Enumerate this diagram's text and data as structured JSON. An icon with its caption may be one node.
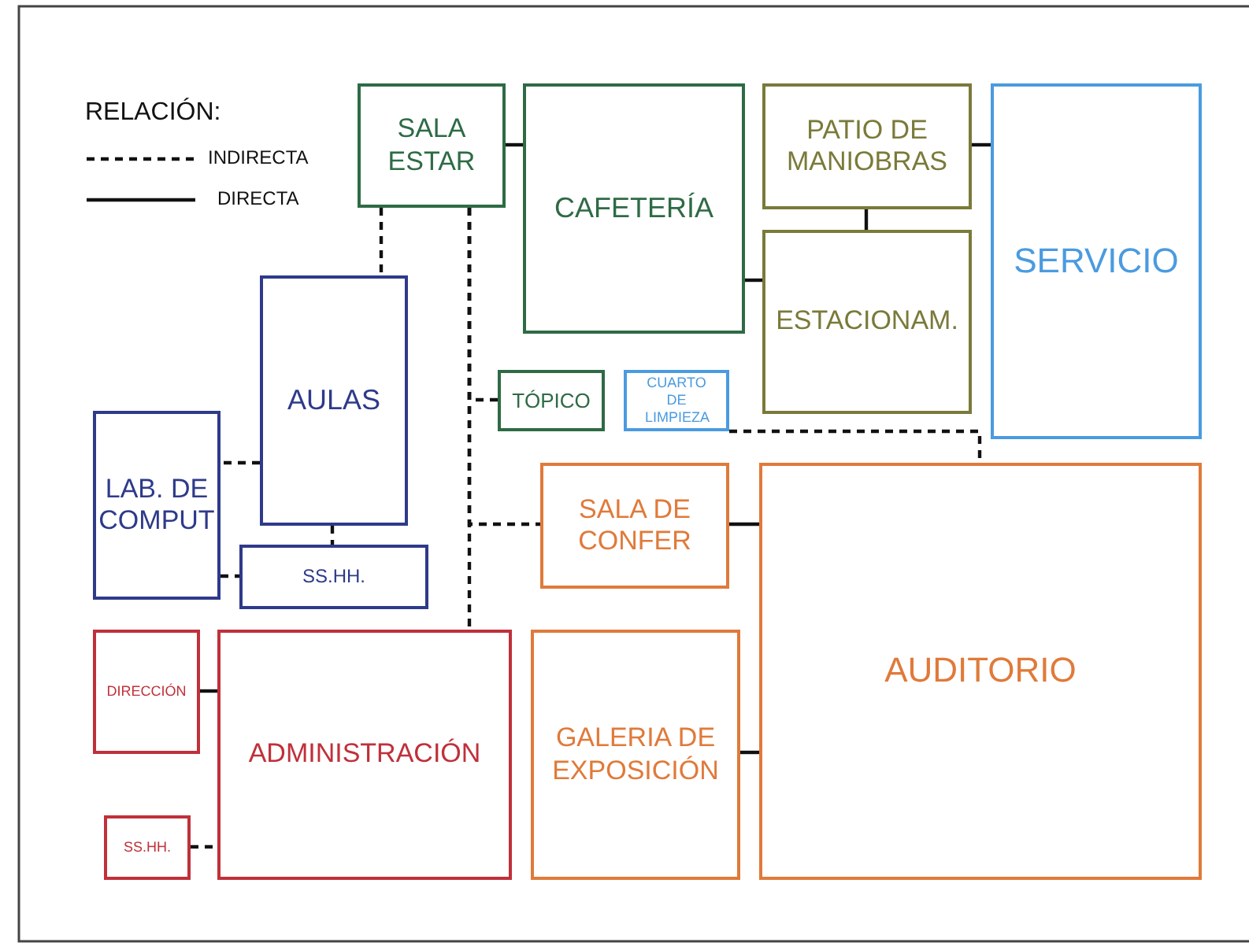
{
  "diagram": {
    "nodes": [
      {
        "text": [
          "SALA ESTAR"
        ]
      },
      {
        "text": [
          "CAFETERÍA"
        ]
      },
      {
        "text": [
          "PATIO DE MANIOBRAS"
        ]
      },
      {
        "text": [
          "ESTACIONAM."
        ]
      },
      {
        "text": [
          "SERVICIO"
        ]
      },
      {
        "text": [
          "AULAS"
        ]
      },
      {
        "text": [
          "TÓPICO"
        ]
      },
      {
        "text": [
          "CUARTO DE LIMPIEZA"
        ]
      },
      {
        "text": [
          "LAB. DE COMPUT"
        ]
      },
      {
        "text": [
          "SS.HH."
        ]
      },
      {
        "text": [
          "SALA DE CONFER"
        ]
      },
      {
        "text": [
          "AUDITORIO"
        ]
      },
      {
        "text": [
          "DIRECCIÓN"
        ]
      },
      {
        "text": [
          "ADMINISTRACIÓN"
        ]
      },
      {
        "text": [
          "GALERIA DE EXPOSICIÓN"
        ]
      },
      {
        "text": [
          "SS.HH."
        ]
      }
    ],
    "edges": [
      {
        "from": 0,
        "to": 1,
        "arrow": "none"
      },
      {
        "from": 0,
        "to": 5,
        "arrow": "none",
        "style": "dashed"
      },
      {
        "from": 0,
        "to": 6,
        "arrow": "none",
        "style": "dashed"
      },
      {
        "from": 0,
        "to": 10,
        "arrow": "none",
        "style": "dashed"
      },
      {
        "from": 0,
        "to": 13,
        "arrow": "none",
        "style": "dashed"
      },
      {
        "from": 1,
        "to": 3,
        "arrow": "none"
      },
      {
        "from": 2,
        "to": 3,
        "arrow": "none"
      },
      {
        "from": 2,
        "to": 4,
        "arrow": "none"
      },
      {
        "from": 5,
        "to": 8,
        "arrow": "none",
        "style": "dashed"
      },
      {
        "from": 5,
        "to": 9,
        "arrow": "none",
        "style": "dashed"
      },
      {
        "from": 8,
        "to": 9,
        "arrow": "none",
        "style": "dashed"
      },
      {
        "from": 7,
        "to": 11,
        "arrow": "none",
        "style": "dashed"
      },
      {
        "from": 10,
        "to": 11,
        "arrow": "none"
      },
      {
        "from": 14,
        "to": 11,
        "arrow": "none"
      },
      {
        "from": 12,
        "to": 13,
        "arrow": "none"
      },
      {
        "from": 15,
        "to": 13,
        "arrow": "none",
        "style": "dashed"
      }
    ],
    "labels": [
      "RELACIÓN:"
    ],
    "legend": [
      {
        "text": "INDIRECTA"
      },
      {
        "text": "DIRECTA"
      }
    ]
  }
}
